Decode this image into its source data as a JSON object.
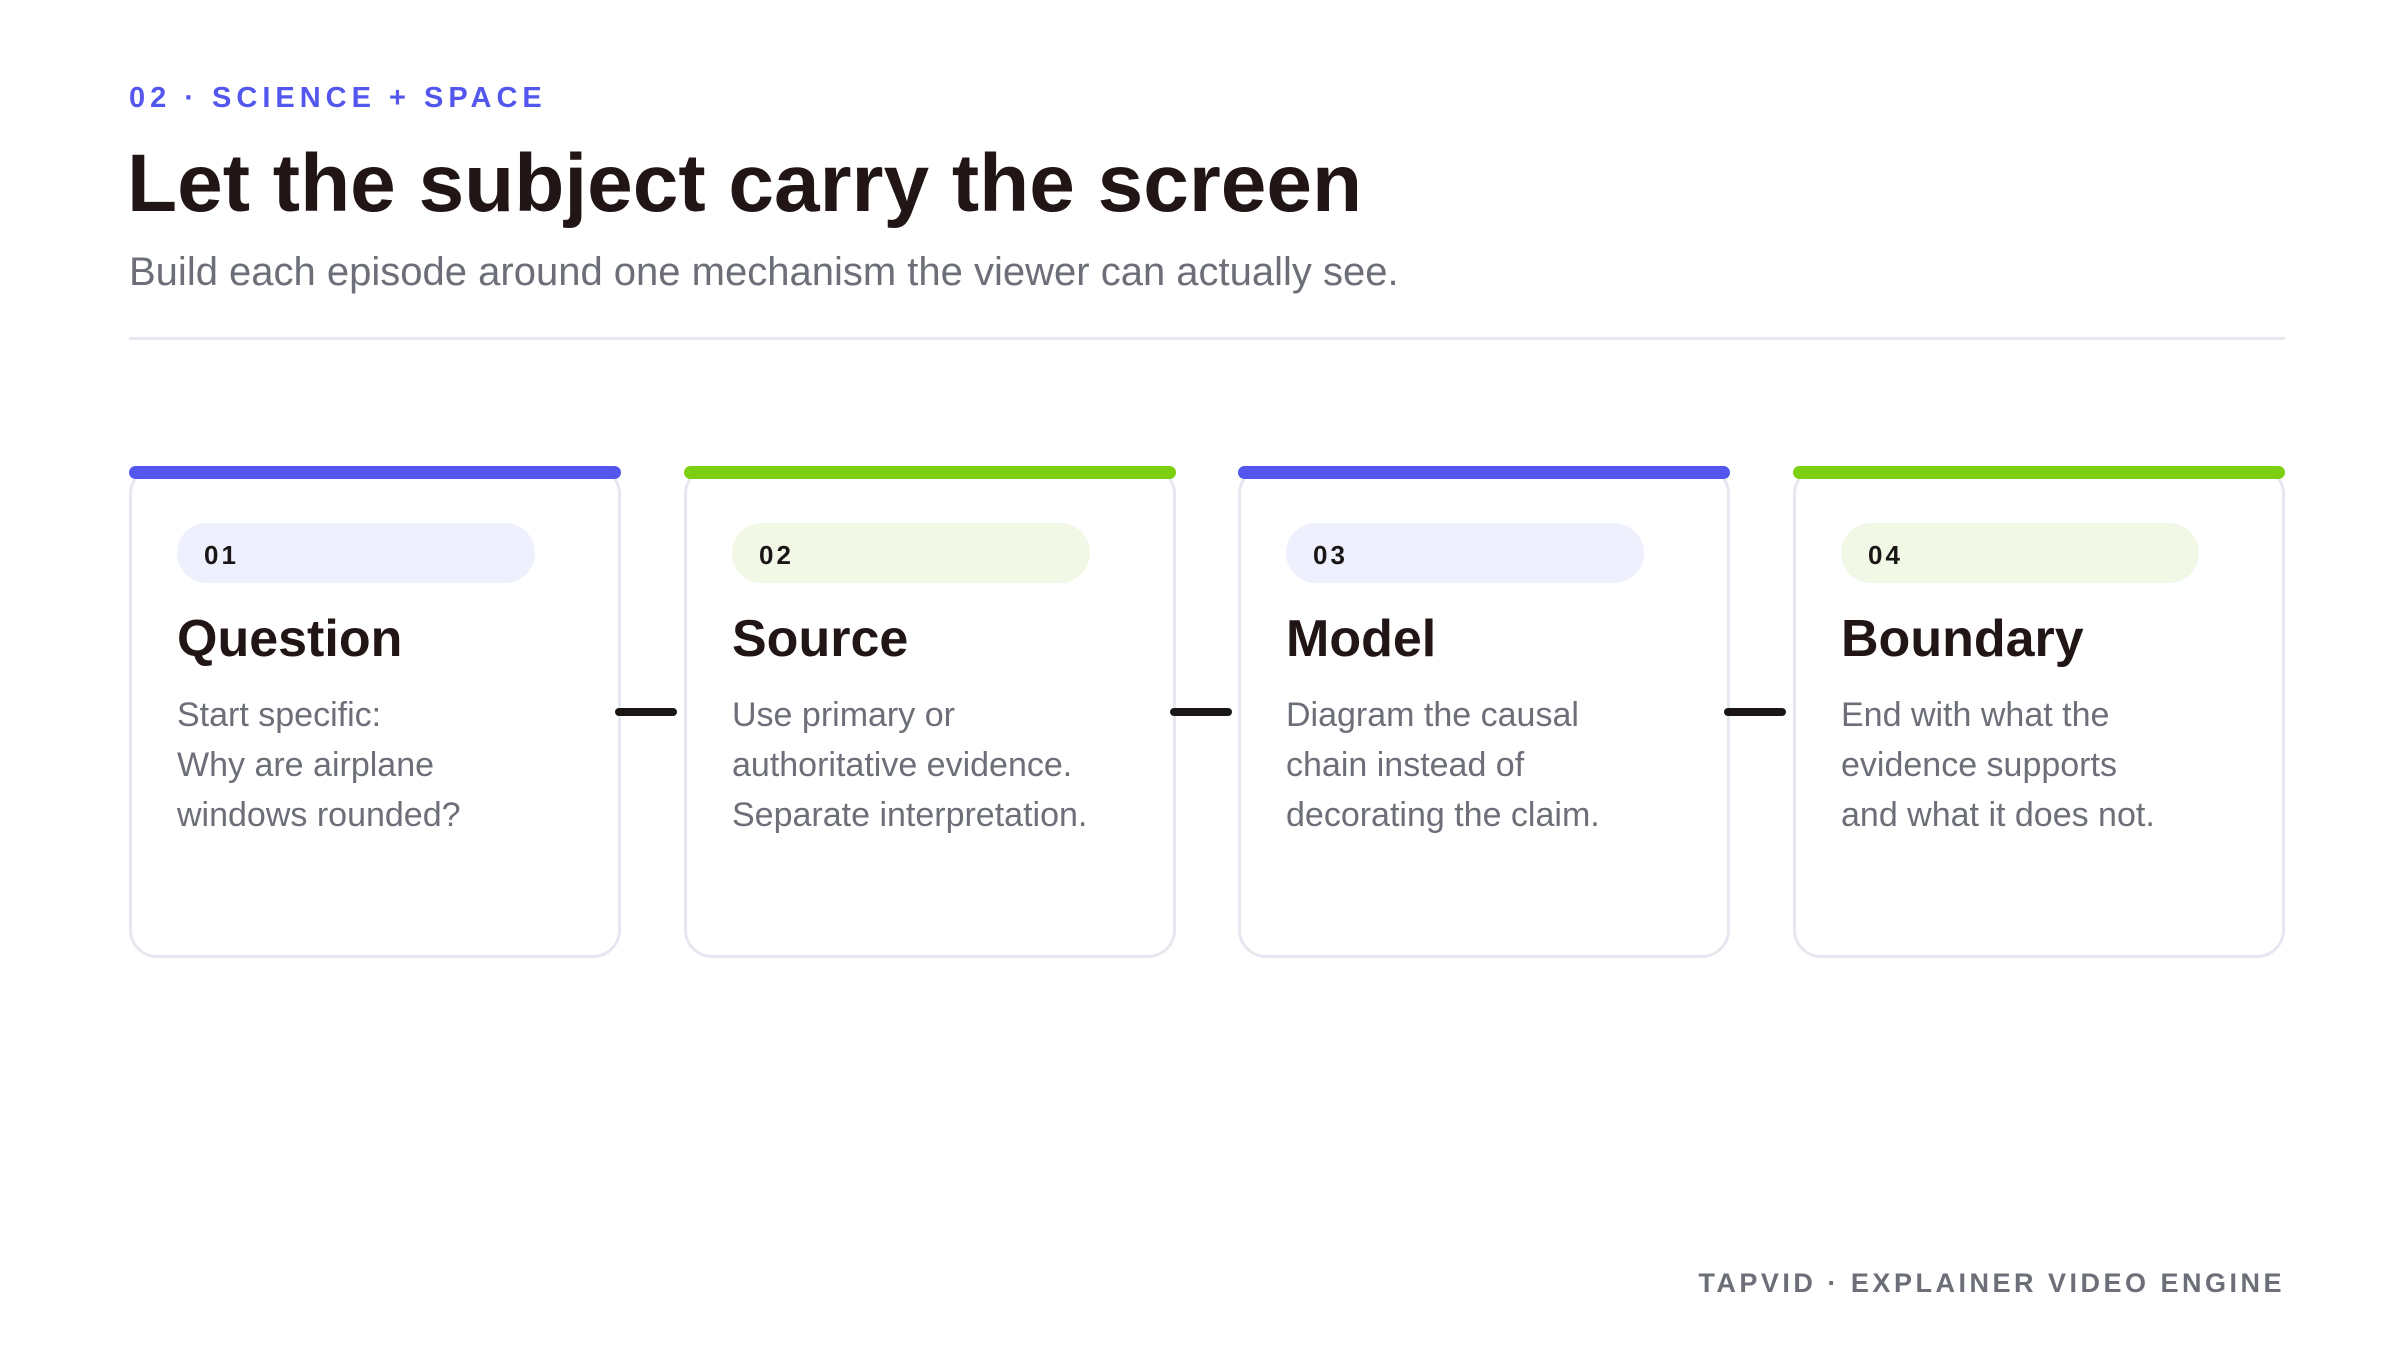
{
  "header": {
    "eyebrow": "02 · SCIENCE + SPACE",
    "title": "Let the subject carry the screen",
    "subtitle": "Build each episode around one mechanism the viewer can actually see."
  },
  "steps": [
    {
      "number": "01",
      "title": "Question",
      "lines": [
        "Start specific:",
        "Why are airplane",
        "windows rounded?"
      ],
      "accent": "#5457ee"
    },
    {
      "number": "02",
      "title": "Source",
      "lines": [
        "Use primary or",
        "authoritative evidence.",
        "Separate interpretation."
      ],
      "accent": "#7ccf11"
    },
    {
      "number": "03",
      "title": "Model",
      "lines": [
        "Diagram the causal",
        "chain instead of",
        "decorating the claim."
      ],
      "accent": "#5457ee"
    },
    {
      "number": "04",
      "title": "Boundary",
      "lines": [
        "End with what the",
        "evidence supports",
        "and what it does not."
      ],
      "accent": "#7ccf11"
    }
  ],
  "footer": {
    "text": "TAPVID · EXPLAINER VIDEO ENGINE"
  }
}
